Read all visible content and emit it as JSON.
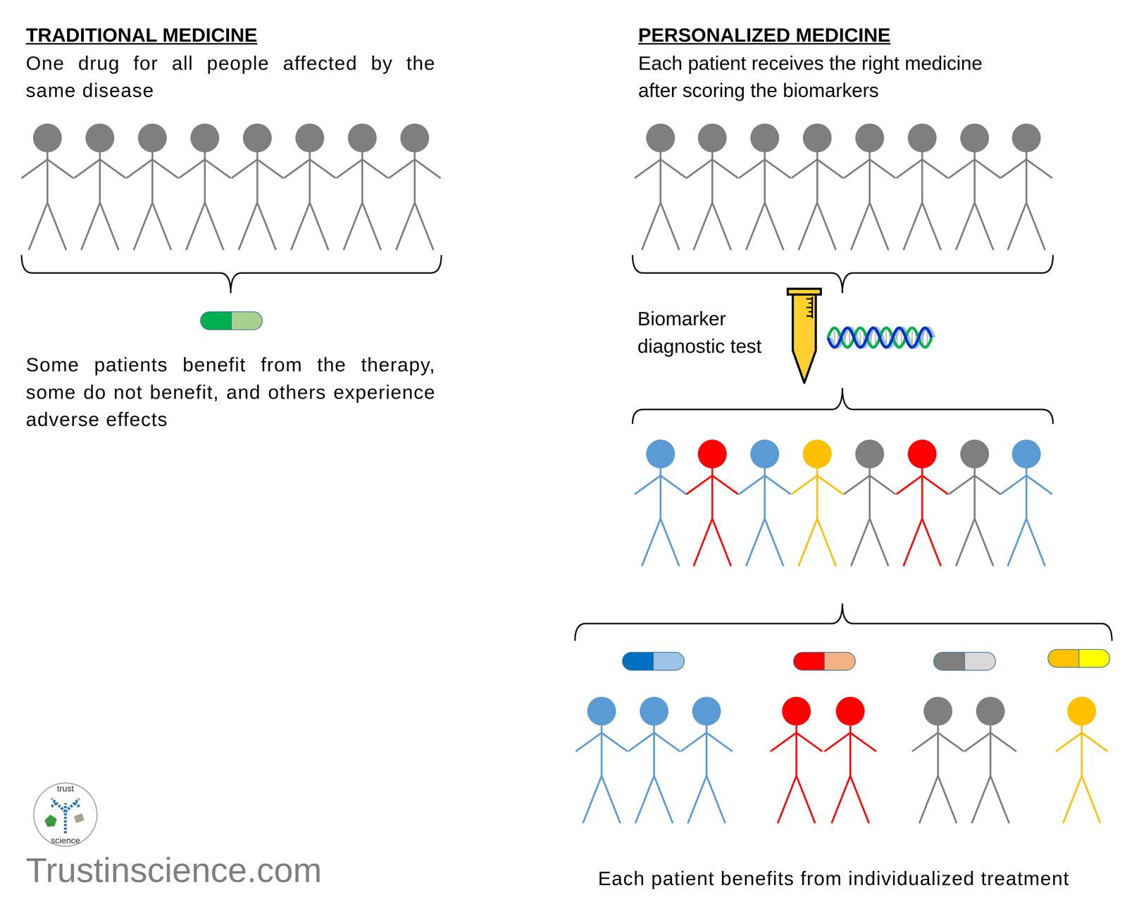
{
  "diagram": {
    "labels": [
      "TRADITIONAL MEDICINE",
      "One drug for all people affected by the same disease",
      "Some patients benefit from the therapy, some do not benefit, and others experience adverse effects",
      "PERSONALIZED MEDICINE",
      "Each patient receives the right medicine after scoring the biomarkers",
      "Biomarker diagnostic test",
      "Each patient benefits from individualized treatment",
      "trust",
      "science",
      "Trustinscience.com"
    ]
  }
}
